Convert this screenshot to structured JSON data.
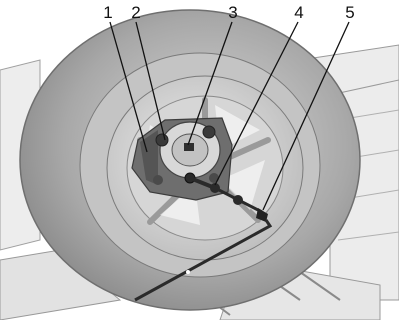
{
  "callouts": [
    {
      "number": "1"
    },
    {
      "number": "2"
    },
    {
      "number": "3"
    },
    {
      "number": "4"
    },
    {
      "number": "5"
    }
  ],
  "colors": {
    "background": "#ffffff",
    "tire_dark": "#9c9c9c",
    "tire_light": "#dedede",
    "rim": "#cfcfcf",
    "hub_block": "#6e6e6e",
    "tool": "#2a2a2a",
    "line_art": "#555555"
  }
}
